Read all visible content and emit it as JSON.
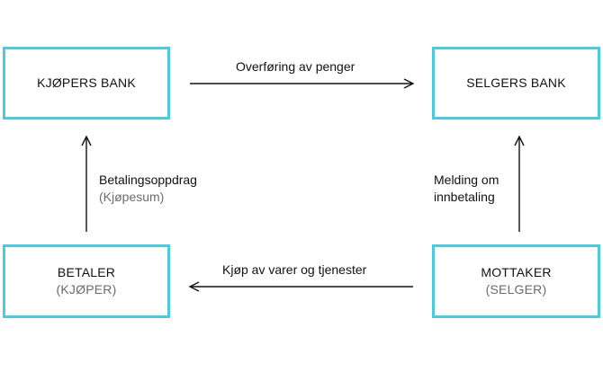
{
  "nodes": {
    "buyers_bank": {
      "label": "KJØPERS BANK"
    },
    "sellers_bank": {
      "label": "SELGERS BANK"
    },
    "payer": {
      "label": "BETALER",
      "sublabel": "(KJØPER)"
    },
    "receiver": {
      "label": "MOTTAKER",
      "sublabel": "(SELGER)"
    }
  },
  "edges": {
    "transfer": {
      "label": "Overføring av penger"
    },
    "payment_order": {
      "label": "Betalingsoppdrag",
      "sublabel": "(Kjøpesum)"
    },
    "payment_notice": {
      "line1": "Melding om",
      "line2": "innbetaling"
    },
    "purchase": {
      "label": "Kjøp av varer og tjenester"
    }
  },
  "colors": {
    "box_border": "#4fc9dc",
    "arrow": "#111111",
    "sublabel": "#6b6b6b"
  }
}
